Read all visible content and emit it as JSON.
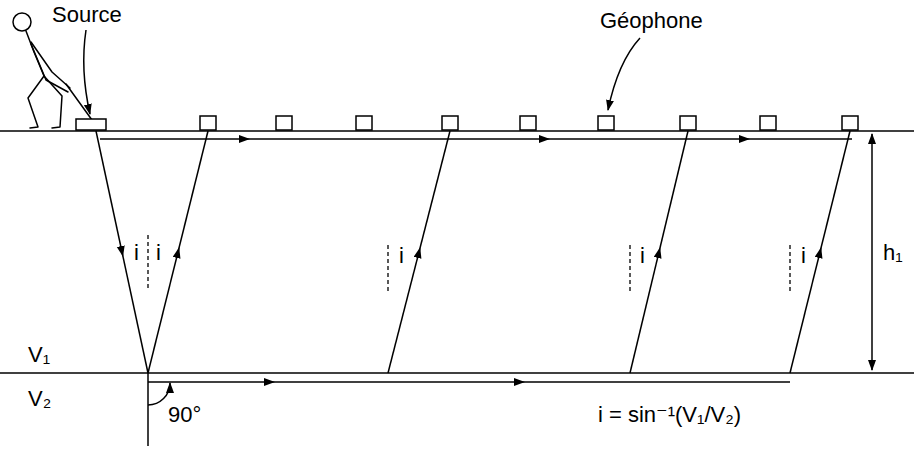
{
  "diagram": {
    "labels": [
      "Source",
      "Géophone",
      "i",
      "i",
      "i",
      "i",
      "i",
      "V₁",
      "V₂",
      "90°",
      "h₁",
      "i = sin⁻¹(V₁/V₂)"
    ]
  }
}
